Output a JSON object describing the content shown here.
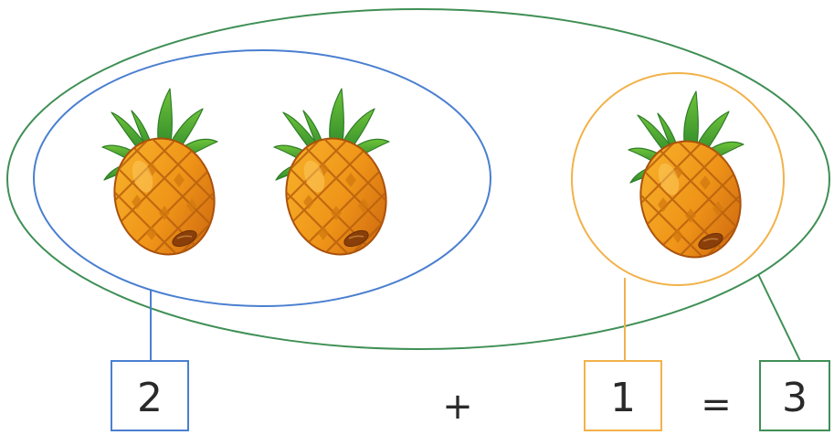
{
  "diagram": {
    "addend_1": "2",
    "addend_2": "1",
    "sum": "3",
    "plus_sign": "+",
    "equals_sign": "=",
    "item": "pineapple-icon",
    "colors": {
      "group_left": "#4a7fd0",
      "group_right": "#f2b24a",
      "group_total": "#3f8f55",
      "text": "#2a2a2a"
    }
  }
}
